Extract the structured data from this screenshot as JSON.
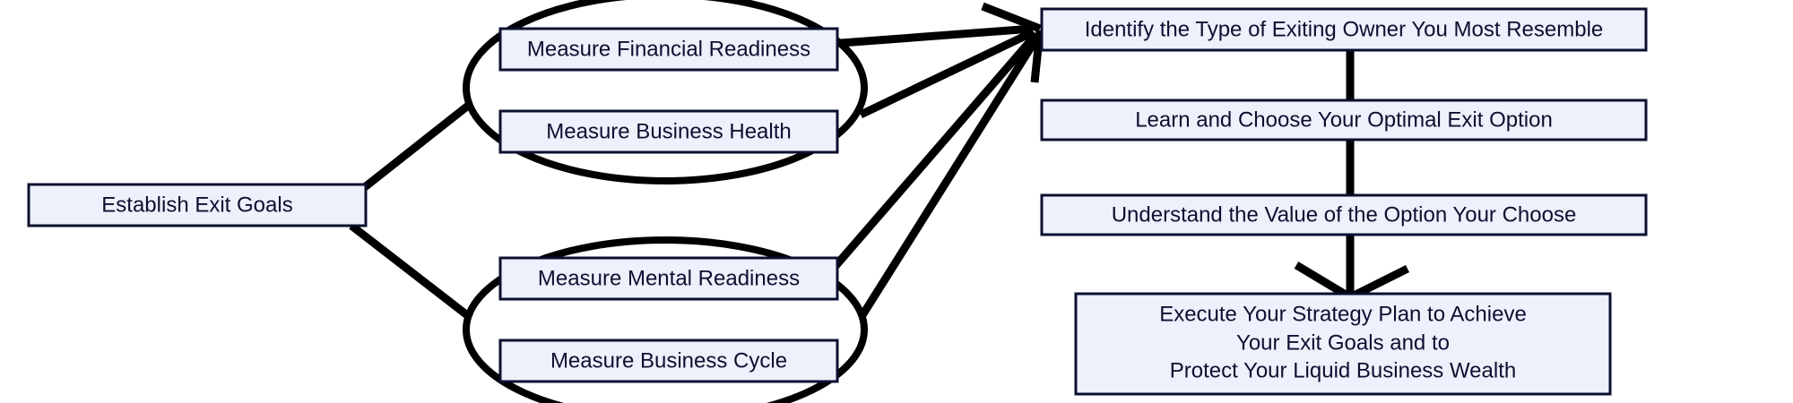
{
  "diagram": {
    "start": {
      "label": "Establish Exit Goals"
    },
    "readiness_group_1": {
      "financial": "Measure Financial Readiness",
      "business_health": "Measure Business Health"
    },
    "readiness_group_2": {
      "mental": "Measure Mental Readiness",
      "business_cycle": "Measure Business Cycle"
    },
    "flow": {
      "identify": "Identify the Type of Exiting Owner You Most Resemble",
      "learn": "Learn and Choose Your Optimal Exit Option",
      "understand": "Understand the Value of the Option Your Choose",
      "execute_line1": "Execute Your Strategy Plan to Achieve",
      "execute_line2": "Your Exit Goals and to",
      "execute_line3": "Protect Your Liquid Business Wealth"
    }
  },
  "colors": {
    "box_fill": "#eef0fb",
    "box_border": "#0b1030",
    "connector": "#000000"
  }
}
